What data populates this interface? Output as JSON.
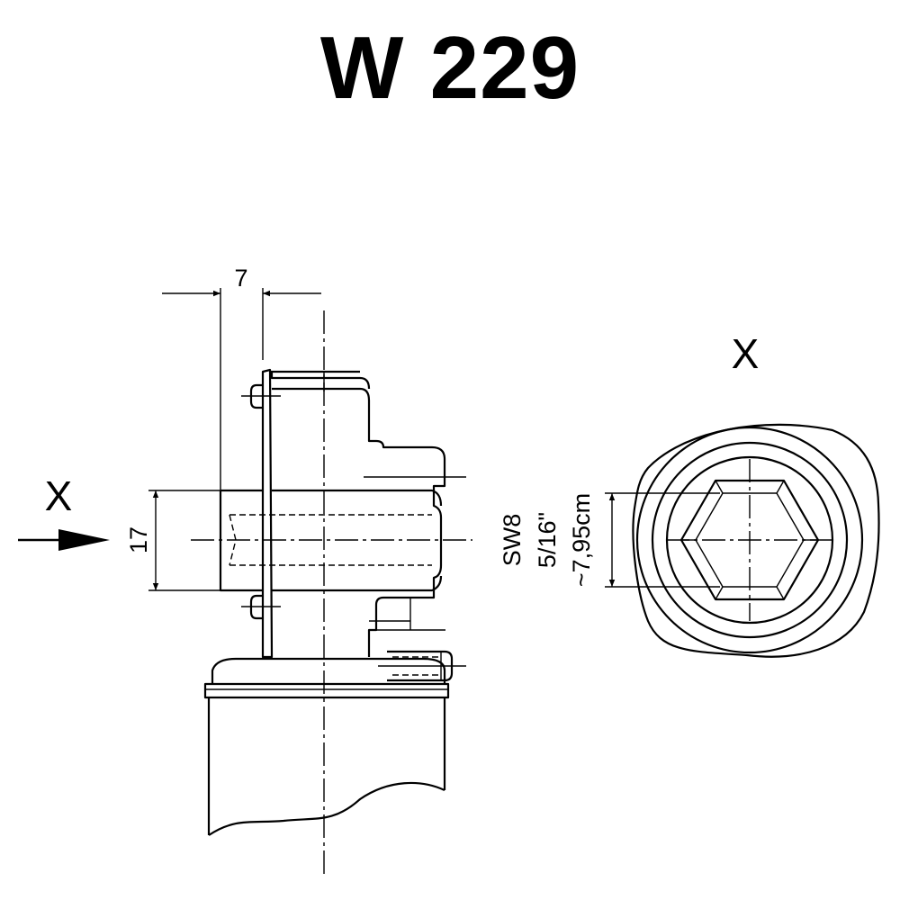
{
  "title": "W 229",
  "side_view": {
    "view_marker": "X",
    "dim_top": "7",
    "dim_left": "17"
  },
  "spec": {
    "wrench_size": "SW8",
    "inch_size": "5/16\"",
    "metric_size": "~7,95cm"
  },
  "detail_view": {
    "label": "X"
  }
}
